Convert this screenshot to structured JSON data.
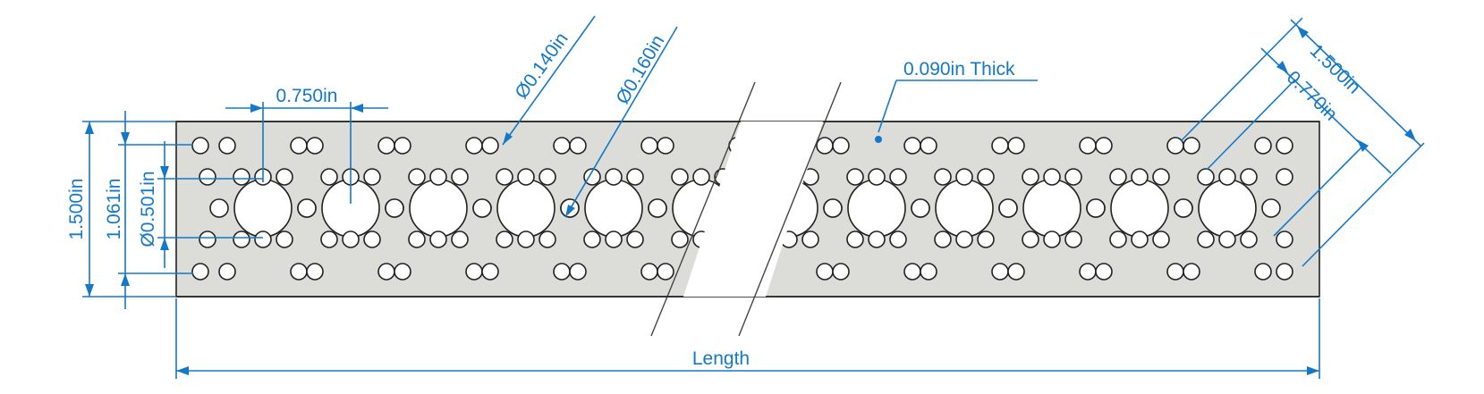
{
  "drawing": {
    "labels": {
      "thickness": "0.090in Thick",
      "hole_small": "0.140in",
      "hole_medium": "0.160in",
      "hole_large": "0.501in",
      "hole_spacing": "0.750in",
      "height_overall": "1.500in",
      "height_inner": "1.061in",
      "diag_overall": "1.500in",
      "diag_inner": "0.770in",
      "length": "Length"
    },
    "diameter_symbol": "Ø",
    "colors": {
      "dimension": "#1478c8",
      "plate_fill": "#dcdcd8",
      "outline": "#222222"
    }
  }
}
